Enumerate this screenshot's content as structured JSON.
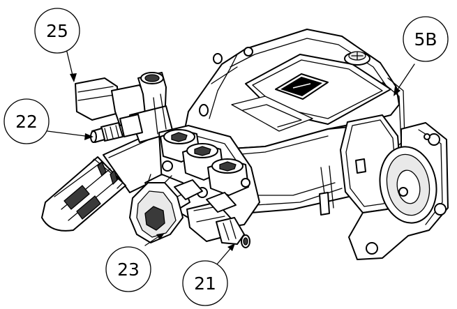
{
  "callouts": {
    "c25": "25",
    "c5b": "5B",
    "c22": "22",
    "c23": "23",
    "c21": "21"
  },
  "colors": {
    "ink": "#000000",
    "paper": "#ffffff",
    "shade": "#e9e9e9",
    "dark": "#3a3a3a"
  }
}
